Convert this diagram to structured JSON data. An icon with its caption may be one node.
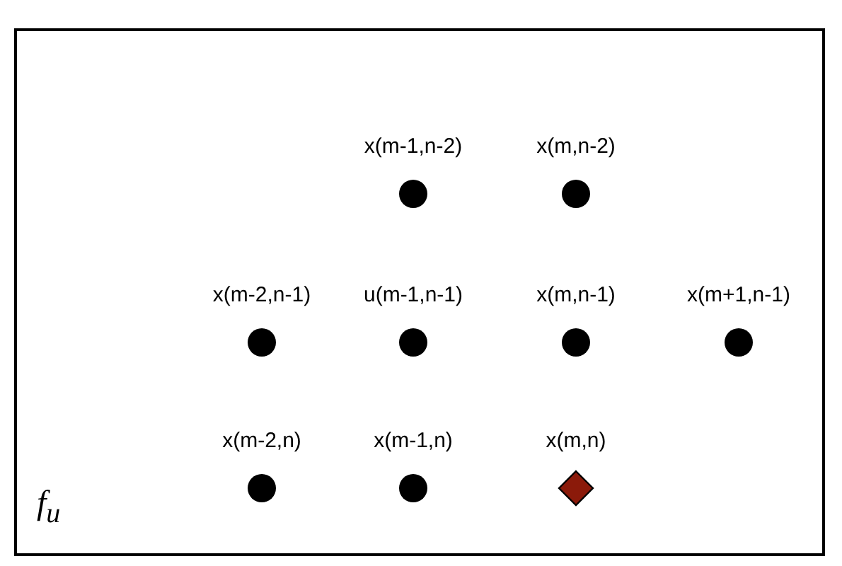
{
  "diagram": {
    "nodes": [
      {
        "text": [
          "f$_{u}$"
        ]
      },
      {
        "text": [
          "x(m-1,n-2)"
        ],
        "in": 0
      },
      {
        "text": [
          "x(m,n-2)"
        ],
        "in": 0
      },
      {
        "text": [
          "x(m-2,n-1)"
        ],
        "in": 0
      },
      {
        "text": [
          "u(m-1,n-1)"
        ],
        "in": 0
      },
      {
        "text": [
          "x(m,n-1)"
        ],
        "in": 0
      },
      {
        "text": [
          "x(m+1,n-1)"
        ],
        "in": 0
      },
      {
        "text": [
          "x(m-2,n)"
        ],
        "in": 0
      },
      {
        "text": [
          "x(m-1,n)"
        ],
        "in": 0
      },
      {
        "text": [
          "x(m,n)"
        ],
        "in": 0
      }
    ]
  }
}
